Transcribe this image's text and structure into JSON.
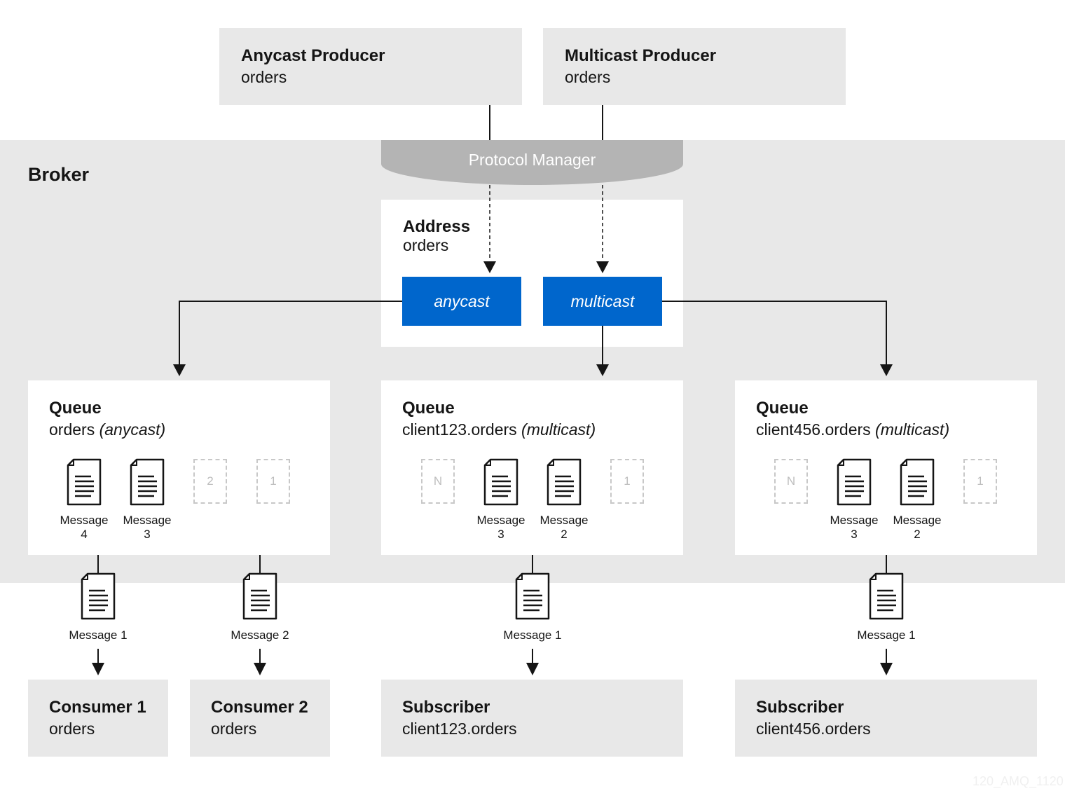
{
  "producers": {
    "anycast": {
      "title": "Anycast Producer",
      "sub": "orders"
    },
    "multicast": {
      "title": "Multicast Producer",
      "sub": "orders"
    }
  },
  "broker": {
    "label": "Broker"
  },
  "protocol_manager": {
    "label": "Protocol Manager"
  },
  "address": {
    "title": "Address",
    "sub": "orders",
    "anycast_label": "anycast",
    "multicast_label": "multicast"
  },
  "queues": [
    {
      "title": "Queue",
      "name": "orders",
      "type": "(anycast)",
      "msg_a": [
        "Message",
        "4"
      ],
      "msg_b": [
        "Message",
        "3"
      ],
      "ghost_a": "2",
      "ghost_b": "1"
    },
    {
      "title": "Queue",
      "name": "client123.orders",
      "type": "(multicast)",
      "ghost_a": "N",
      "msg_a": [
        "Message",
        "3"
      ],
      "msg_b": [
        "Message",
        "2"
      ],
      "ghost_b": "1"
    },
    {
      "title": "Queue",
      "name": "client456.orders",
      "type": "(multicast)",
      "ghost_a": "N",
      "msg_a": [
        "Message",
        "3"
      ],
      "msg_b": [
        "Message",
        "2"
      ],
      "ghost_b": "1"
    }
  ],
  "delivered": [
    "Message 1",
    "Message 2",
    "Message 1",
    "Message 1"
  ],
  "consumers": [
    {
      "title": "Consumer 1",
      "sub": "orders"
    },
    {
      "title": "Consumer 2",
      "sub": "orders"
    },
    {
      "title": "Subscriber",
      "sub": "client123.orders"
    },
    {
      "title": "Subscriber",
      "sub": "client456.orders"
    }
  ],
  "watermark": "120_AMQ_1120",
  "colors": {
    "accent": "#0066cc",
    "panel": "#e8e8e8",
    "protocol": "#b4b4b4",
    "line": "#151515"
  }
}
